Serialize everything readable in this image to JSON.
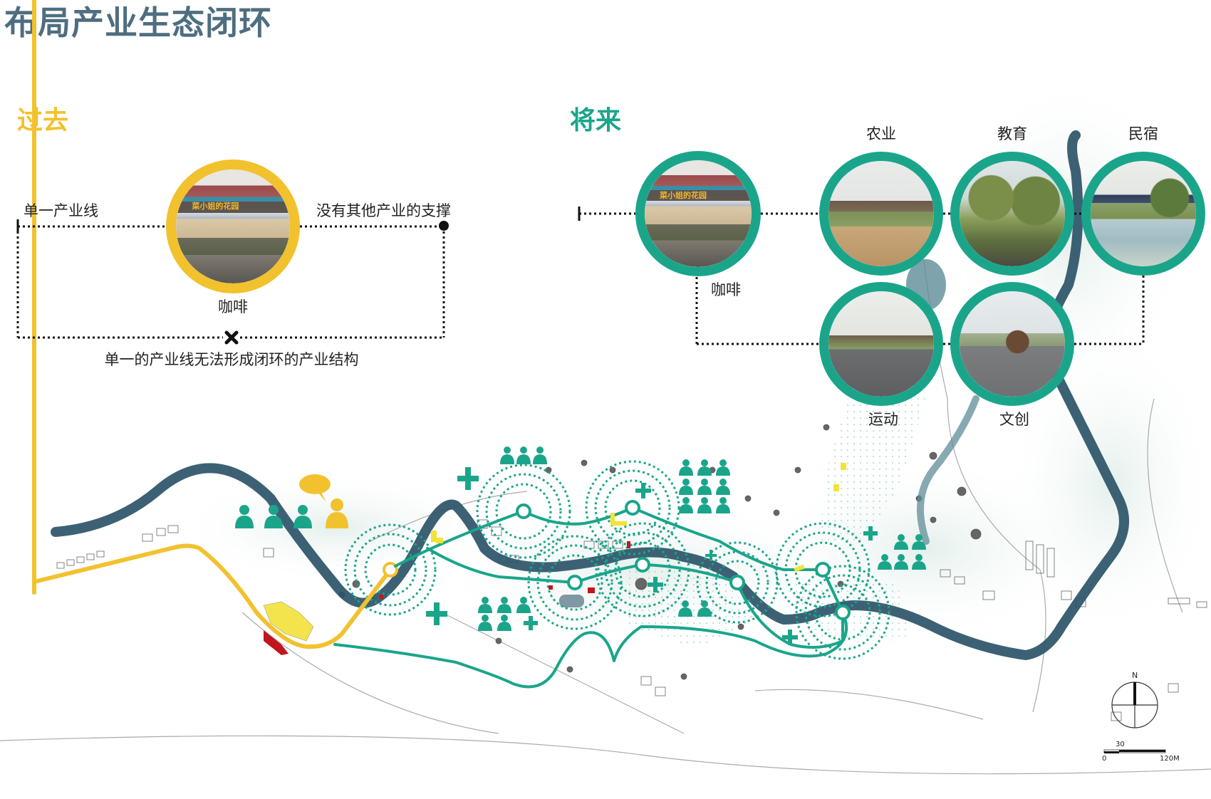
{
  "page": {
    "title": "布局产业生态闭环"
  },
  "past": {
    "title": "过去",
    "left_label": "单一产业线",
    "right_label": "没有其他产业的支撑",
    "photo_caption": "咖啡",
    "photo_sign": "菜小姐的花园",
    "bottom_caption": "单一的产业线无法形成闭环的产业结构",
    "accent": "#f2c12e"
  },
  "future": {
    "title": "将来",
    "origin_caption": "咖啡",
    "accent": "#1aa58b",
    "industries": [
      {
        "label": "农业"
      },
      {
        "label": "教育"
      },
      {
        "label": "民宿"
      },
      {
        "label": "运动"
      },
      {
        "label": "文创"
      }
    ]
  },
  "map": {
    "icons": {
      "person": "person-icon",
      "speech": "speech-bubble-icon",
      "plus": "plus-icon",
      "node": "node-circle-icon"
    },
    "colors": {
      "river": "#2c5468",
      "teal_route": "#1aa58b",
      "yellow_route": "#f2c12e",
      "building_yellow": "#f2e23a",
      "building_red": "#c0161e"
    },
    "compass": {
      "north": "N"
    },
    "scale_bar": {
      "start": "0",
      "mid": "30",
      "end": "120M"
    }
  }
}
